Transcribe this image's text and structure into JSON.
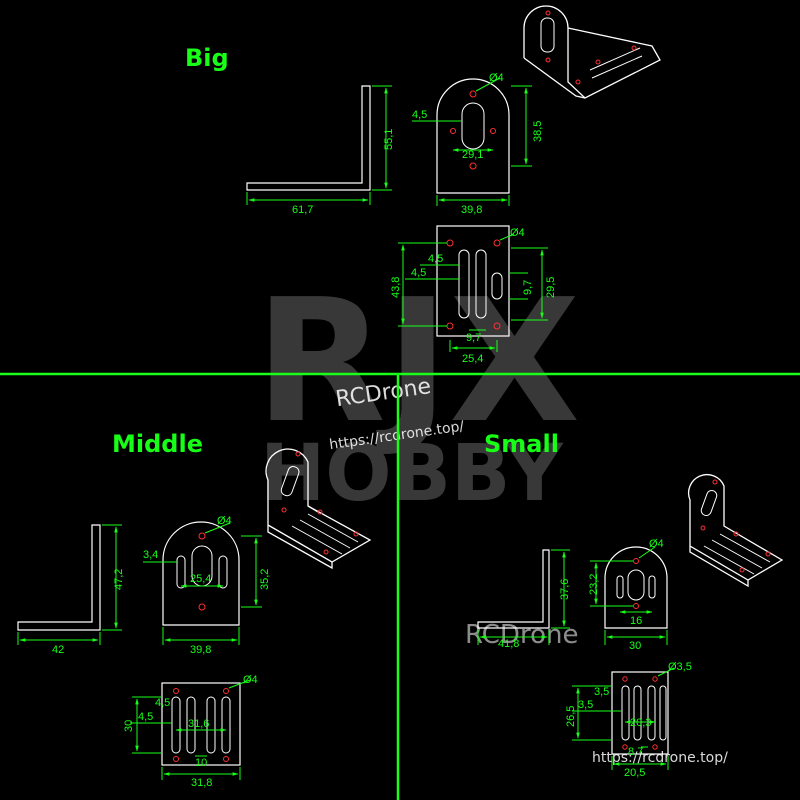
{
  "labels": {
    "big": "Big",
    "middle": "Middle",
    "small": "Small"
  },
  "watermark": {
    "logo_top": "RJX",
    "logo_bottom": "HOBBY",
    "brand": "RCDrone",
    "url": "https://rcdrone.top/",
    "brand2": "RCDrone",
    "url2": "https://rcdrone.top/"
  },
  "big": {
    "side": {
      "width": "61,7",
      "height": "55,1"
    },
    "front": {
      "hole": "Ø4",
      "slot": "4,5",
      "spacing": "29,1",
      "height": "38,5",
      "width": "39,8"
    },
    "base": {
      "hole": "Ø4",
      "slot_a": "4,5",
      "slot_b": "4,5",
      "depth": "43,8",
      "height": "29,5",
      "gap": "9,7",
      "inner": "9,7",
      "width": "25,4"
    }
  },
  "middle": {
    "side": {
      "width": "42",
      "height": "47,2"
    },
    "front": {
      "hole": "Ø4",
      "slot": "3,4",
      "spacing": "25,4",
      "height": "35,2",
      "width": "39,8"
    },
    "base": {
      "hole": "Ø4",
      "slot_a": "4,5",
      "slot_b": "4,5",
      "depth": "30",
      "inner": "31,6",
      "gap": "10",
      "width": "31,8"
    }
  },
  "small": {
    "side": {
      "width": "41,8",
      "height": "37,6"
    },
    "front": {
      "hole": "Ø4",
      "spacing": "16",
      "height": "23,2",
      "width": "30"
    },
    "base": {
      "hole": "Ø3,5",
      "slot_a": "3,5",
      "slot_b": "3,5",
      "depth": "26,5",
      "inner": "20,3",
      "gap": "8,7",
      "width": "20,5"
    }
  },
  "colors": {
    "lines": "#17ff17",
    "drawing": "#ffffff",
    "holes": "#ff3030",
    "background": "#000000"
  }
}
